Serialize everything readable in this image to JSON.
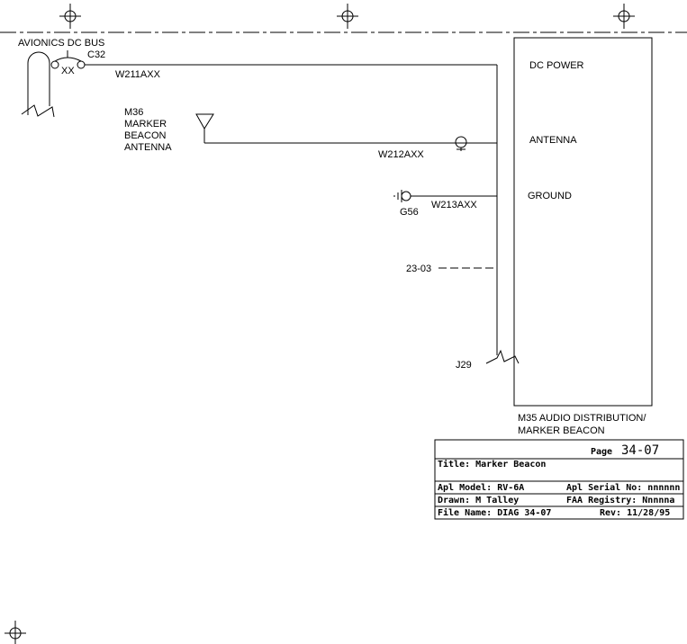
{
  "bus": {
    "label": "AVIONICS DC BUS",
    "breaker_id": "C32",
    "breaker_rating": "XX"
  },
  "wires": {
    "power": "W211AXX",
    "antenna": "W212AXX",
    "ground": "W213AXX"
  },
  "antenna": {
    "lines": [
      "M36",
      "MARKER",
      "BEACON",
      "ANTENNA"
    ]
  },
  "ground_symbol": {
    "id": "G56"
  },
  "reference": {
    "label": "23-03"
  },
  "connector": {
    "id": "J29"
  },
  "device": {
    "pins": [
      "DC POWER",
      "ANTENNA",
      "GROUND"
    ],
    "lines": [
      "M35 AUDIO DISTRIBUTION/",
      "MARKER BEACON"
    ]
  },
  "title_block": {
    "page_label": "Page",
    "page_number": "34-07",
    "title": "Title: Marker Beacon",
    "model": "Apl Model: RV-6A",
    "serial": "Apl Serial No: nnnnnn",
    "drawn": "Drawn: M Talley",
    "registry": "FAA Registry: Nnnnna",
    "file": "File Name: DIAG 34-07",
    "rev": "Rev: 11/28/95"
  }
}
